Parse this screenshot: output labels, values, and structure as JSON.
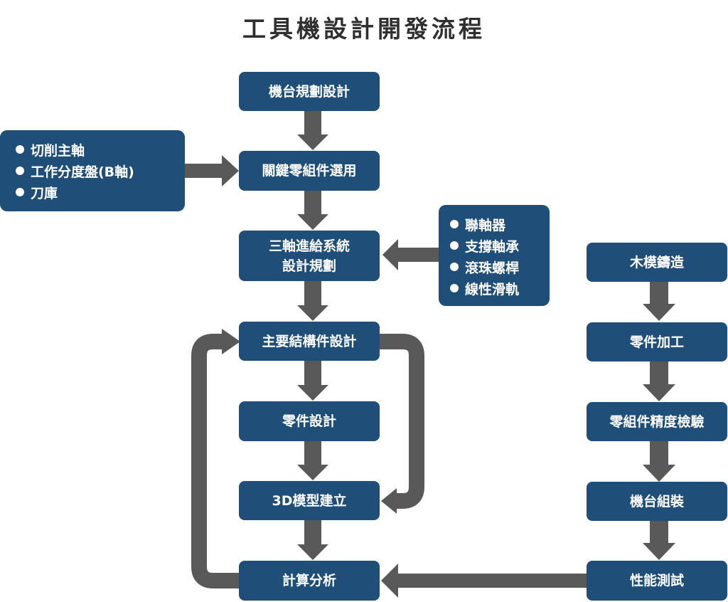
{
  "title": "工具機設計開發流程",
  "colors": {
    "box": "#1f4e79",
    "arrow": "#595959",
    "title": "#2f2f2f"
  },
  "main_flow": [
    "機台規劃設計",
    "關鍵零組件選用",
    [
      "三軸進給系統",
      "設計規劃"
    ],
    "主要結構件設計",
    "零件設計",
    "3D模型建立",
    "計算分析"
  ],
  "right_flow": [
    "木模鑄造",
    "零件加工",
    "零組件精度檢驗",
    "機台組裝",
    "性能測試"
  ],
  "left_inputs": [
    "切削主軸",
    "工作分度盤(B軸)",
    "刀庫"
  ],
  "mid_inputs": [
    "聯軸器",
    "支撐軸承",
    "滾珠螺桿",
    "線性滑軌"
  ]
}
